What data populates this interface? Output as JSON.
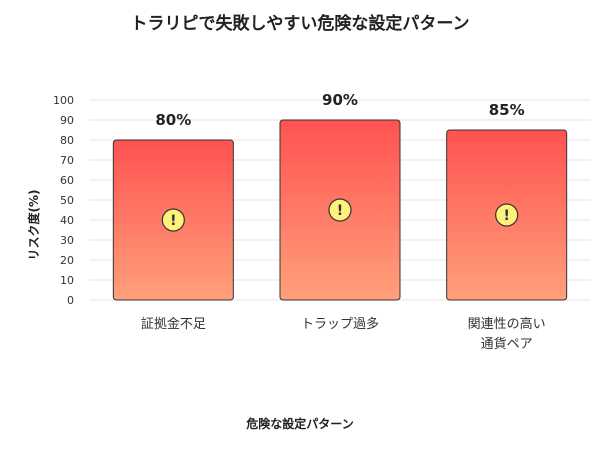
{
  "chart_data": {
    "type": "bar",
    "title": "トラリピで失敗しやすい危険な設定パターン",
    "xlabel": "危険な設定パターン",
    "ylabel": "リスク度(%)",
    "categories": [
      [
        "証拠金不足"
      ],
      [
        "トラップ過多"
      ],
      [
        "関連性の高い",
        "通貨ペア"
      ]
    ],
    "values": [
      80,
      90,
      85
    ],
    "data_labels": [
      "80%",
      "90%",
      "85%"
    ],
    "ylim": [
      0,
      100
    ],
    "yticks": [
      0,
      10,
      20,
      30,
      40,
      50,
      60,
      70,
      80,
      90,
      100
    ],
    "grid": true,
    "legend": "none",
    "bar_gradient": [
      "#ff5252",
      "#ffa07a"
    ],
    "bar_border": "#333333",
    "marker": {
      "icon": "warning-icon",
      "glyph": "!",
      "fill": "#fff27a",
      "stroke": "#333333"
    }
  }
}
